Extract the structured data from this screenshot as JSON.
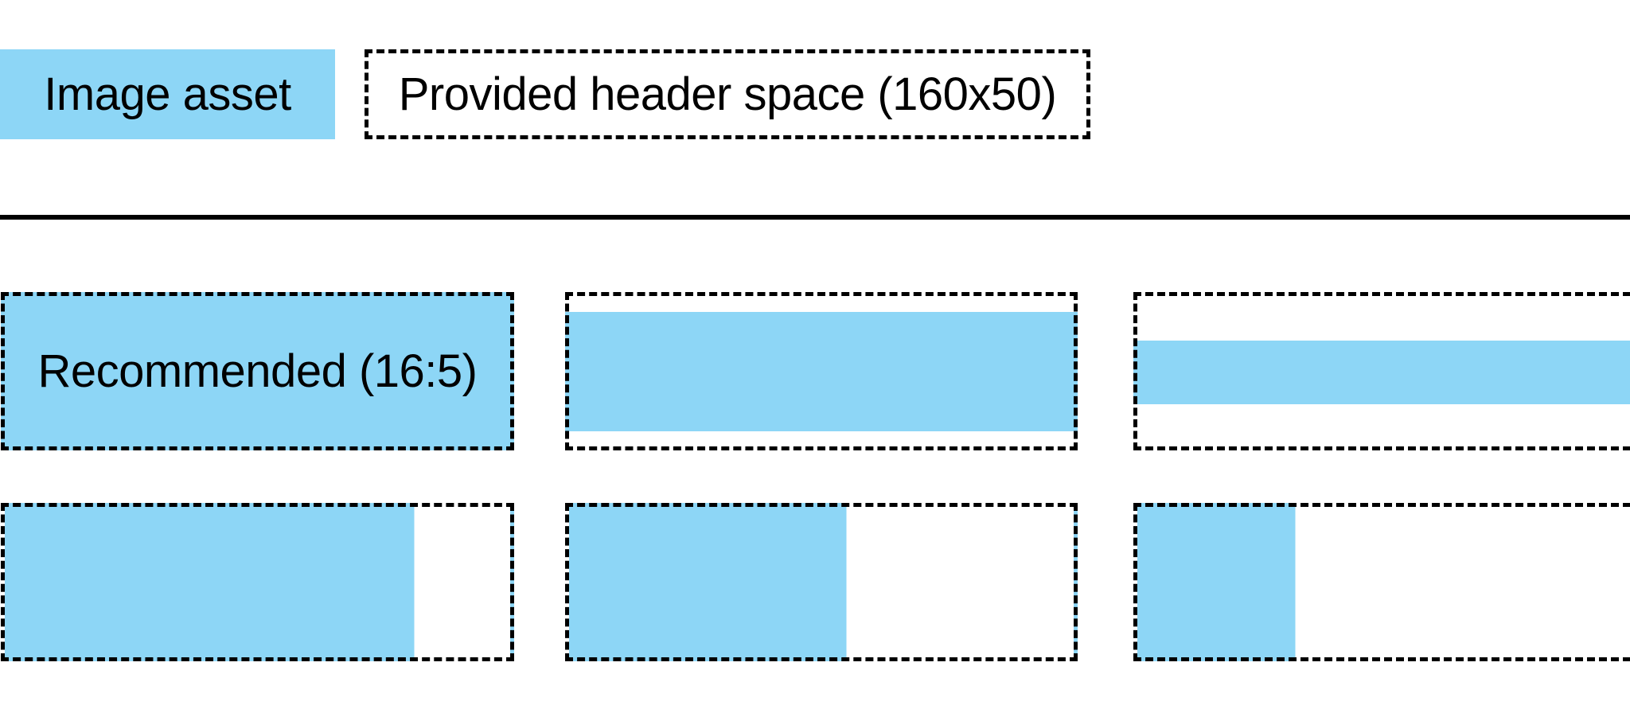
{
  "colors": {
    "image_asset_blue": "#8DD6F6",
    "line_black": "#000000",
    "background": "#FFFFFF"
  },
  "legend": {
    "image_asset_label": "Image asset",
    "header_space_label": "Provided header space (160x50)"
  },
  "examples": {
    "recommended_label": "Recommended (16:5)",
    "cells": [
      {
        "row": 1,
        "col": 1,
        "fill": "entire header space filled with image asset",
        "label": "Recommended (16:5)"
      },
      {
        "row": 1,
        "col": 2,
        "fill": "full-width horizontal band, ~80% of height, centered vertically"
      },
      {
        "row": 1,
        "col": 3,
        "fill": "full-width horizontal band, ~42% of height, centered vertically"
      },
      {
        "row": 2,
        "col": 1,
        "fill": "left-aligned fill, ~81% of width, full height"
      },
      {
        "row": 2,
        "col": 2,
        "fill": "left-aligned fill, ~55% of width, full height"
      },
      {
        "row": 2,
        "col": 3,
        "fill": "left-aligned fill, ~31% of width, full height"
      }
    ]
  }
}
